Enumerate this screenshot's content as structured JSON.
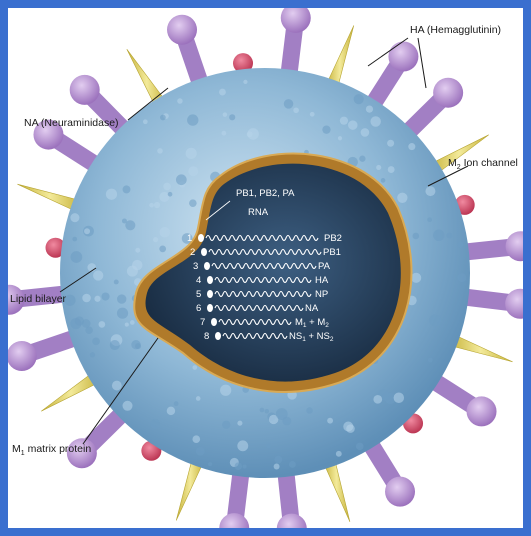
{
  "colors": {
    "frame": "#3a6fcf",
    "envelope": "#8fb8d6",
    "matrix": "#b07a2a",
    "core": "#1f3550",
    "hemagglutinin": "#b58fd0",
    "neuraminidase_spike": "#e3d36a",
    "ion_channel": "#d94d6b"
  },
  "labels": {
    "ha": "HA (Hemagglutinin)",
    "na": "NA (Neuraminidase)",
    "m2_prefix": "M",
    "m2_sub": "2",
    "m2_suffix": " Ion channel",
    "lipid": "Lipid bilayer",
    "m1_prefix": "M",
    "m1_sub": "1",
    "m1_suffix": " matrix protein"
  },
  "core": {
    "polymerase": "PB1, PB2, PA",
    "rna_title": "RNA",
    "segments": [
      {
        "num": "1",
        "gene": "PB2"
      },
      {
        "num": "2",
        "gene": "PB1"
      },
      {
        "num": "3",
        "gene": "PA"
      },
      {
        "num": "4",
        "gene": "HA"
      },
      {
        "num": "5",
        "gene": "NP"
      },
      {
        "num": "6",
        "gene": "NA"
      },
      {
        "num": "7",
        "gene": "M",
        "sub": "1",
        "gene2": " + M",
        "sub2": "2"
      },
      {
        "num": "8",
        "gene": "NS",
        "sub": "1",
        "gene2": " + NS",
        "sub2": "2"
      }
    ]
  }
}
